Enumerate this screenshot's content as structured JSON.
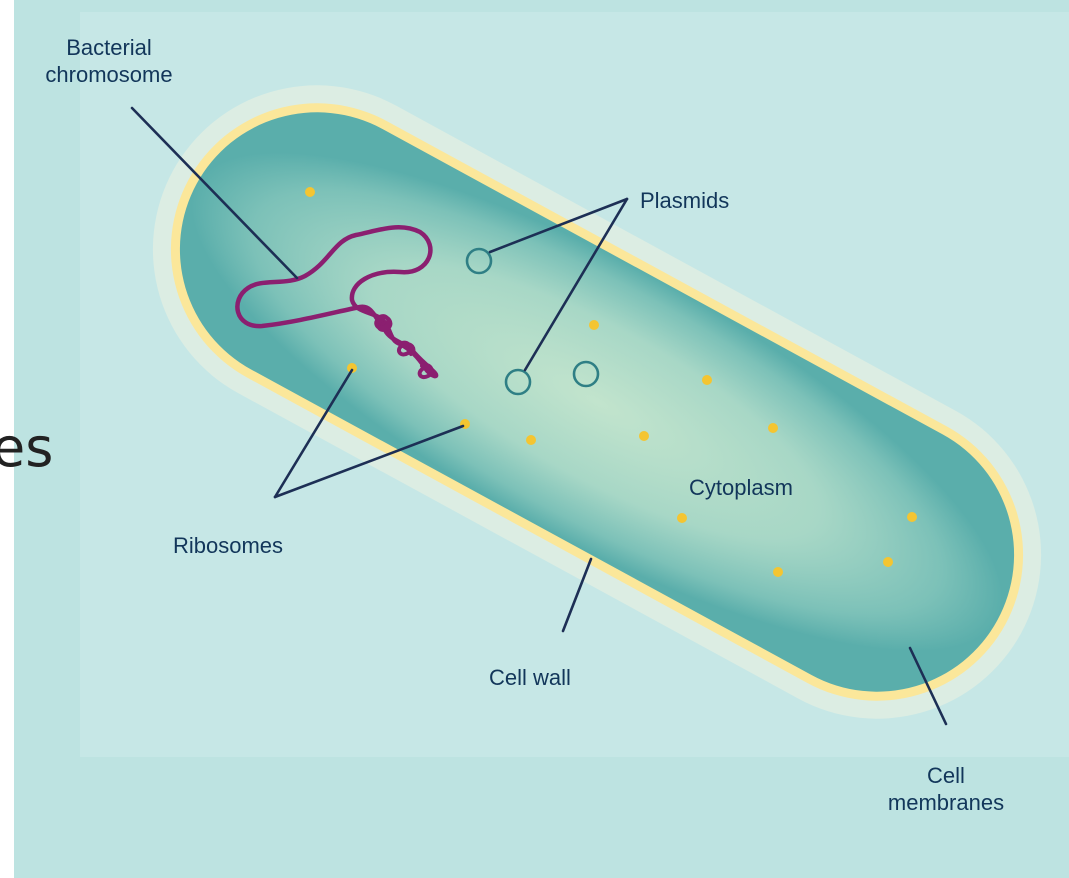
{
  "colors": {
    "background_panel": "#bde3e1",
    "background_inner": "#c6e7e6",
    "outer_capsule": "#dcede3",
    "membrane": "#fbe79a",
    "cytoplasm_center": "#bfe2cf",
    "cytoplasm_edge": "#5fb2ae",
    "chromosome": "#8b1f70",
    "plasmid": "#2f7f85",
    "ribosome": "#f4c531",
    "leader_line": "#1d2f55",
    "label_text": "#12365a"
  },
  "fragment_text": "es",
  "labels": {
    "chromosome_line1": "Bacterial",
    "chromosome_line2": "chromosome",
    "plasmids": "Plasmids",
    "ribosomes": "Ribosomes",
    "cytoplasm": "Cytoplasm",
    "cell_wall": "Cell wall",
    "membranes_line1": "Cell",
    "membranes_line2": "membranes"
  }
}
